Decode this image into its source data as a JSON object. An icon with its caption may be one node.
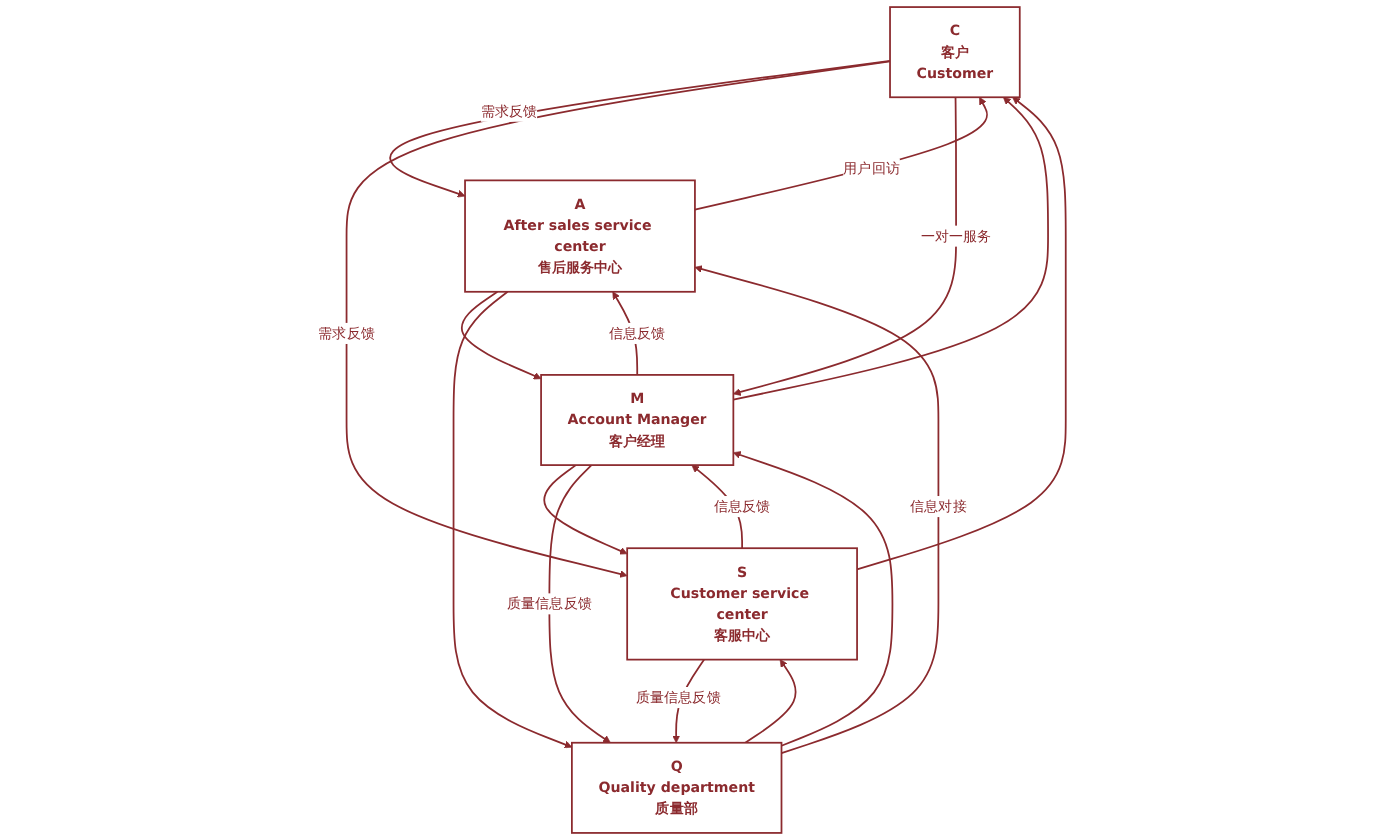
{
  "diagram": {
    "nodes": [
      {
        "text": [
          "C",
          "客户",
          "Customer"
        ]
      },
      {
        "text": [
          "A",
          "After sales service center",
          "售后服务中心"
        ]
      },
      {
        "text": [
          "M",
          "Account Manager",
          "客户经理"
        ]
      },
      {
        "text": [
          "S",
          "Customer service center",
          "客服中心"
        ]
      },
      {
        "text": [
          "Q",
          "Quality department",
          "质量部"
        ]
      }
    ],
    "edges": [
      {
        "from": 0,
        "to": 1,
        "arrow": "to",
        "label": "需求反馈"
      },
      {
        "from": 1,
        "to": 0,
        "arrow": "to",
        "label": "用户回访"
      },
      {
        "from": 0,
        "to": 3,
        "arrow": "to",
        "label": "需求反馈"
      },
      {
        "from": 3,
        "to": 0,
        "arrow": "to"
      },
      {
        "from": 0,
        "to": 2,
        "arrow": "to",
        "label": "一对一服务"
      },
      {
        "from": 2,
        "to": 0,
        "arrow": "to"
      },
      {
        "from": 2,
        "to": 1,
        "arrow": "to",
        "label": "信息反馈"
      },
      {
        "from": 1,
        "to": 2,
        "arrow": "to"
      },
      {
        "from": 3,
        "to": 2,
        "arrow": "to",
        "label": "信息反馈"
      },
      {
        "from": 2,
        "to": 3,
        "arrow": "to"
      },
      {
        "from": 2,
        "to": 4,
        "arrow": "to",
        "label": "质量信息反馈"
      },
      {
        "from": 4,
        "to": 2,
        "arrow": "to"
      },
      {
        "from": 4,
        "to": 1,
        "arrow": "to",
        "label": "信息对接"
      },
      {
        "from": 1,
        "to": 4,
        "arrow": "to"
      },
      {
        "from": 3,
        "to": 4,
        "arrow": "to",
        "label": "质量信息反馈"
      },
      {
        "from": 4,
        "to": 3,
        "arrow": "to"
      }
    ]
  }
}
